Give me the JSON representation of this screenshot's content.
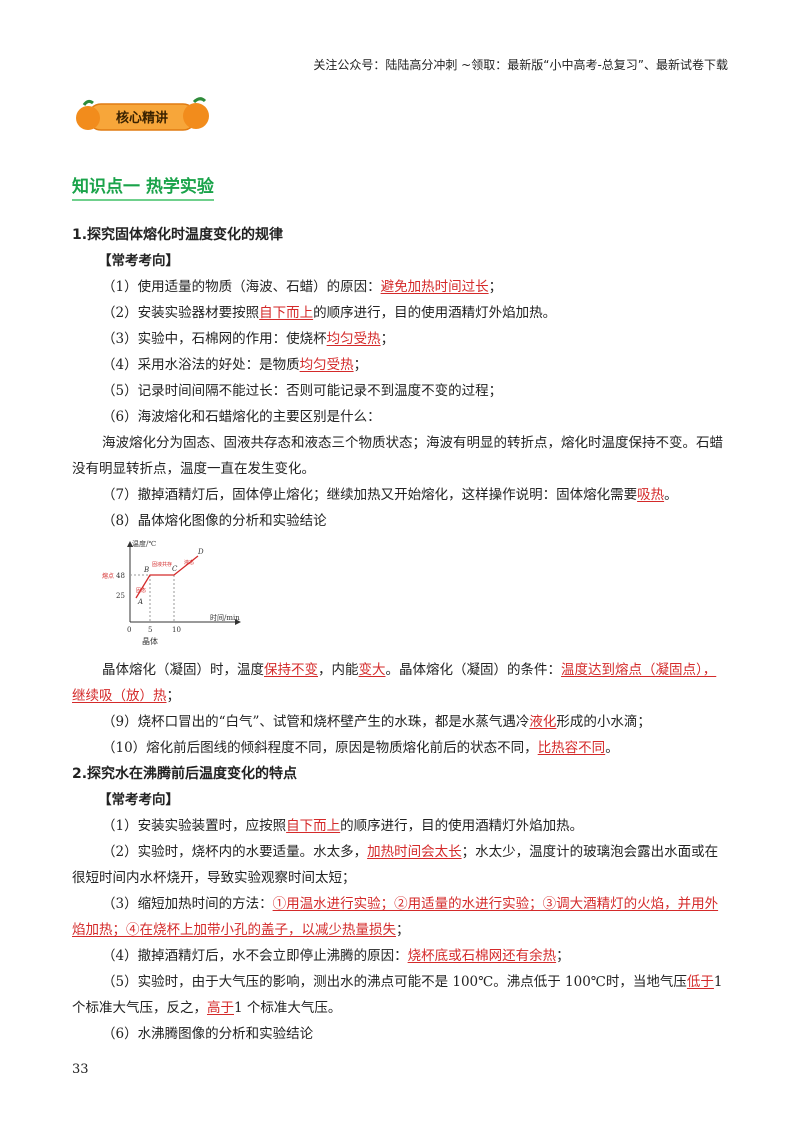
{
  "header": {
    "text": "关注公众号：陆陆高分冲刺  ~领取：最新版“小中高考-总复习”、最新试卷下载"
  },
  "badge": {
    "label": "核心精讲"
  },
  "section": {
    "title": "知识点一   热学实验"
  },
  "part1": {
    "title": "1.探究固体熔化时温度变化的规律",
    "tag": "【常考考向】",
    "l1a": "（1）使用适量的物质（海波、石蜡）的原因：",
    "l1ans": "避免加热时间过长",
    "l1b": "；",
    "l2a": "（2）安装实验器材要按照",
    "l2ans": "自下而上",
    "l2b": "的顺序进行，目的使用酒精灯外焰加热。",
    "l3a": "（3）实验中，石棉网的作用：使烧杯",
    "l3ans": "均匀受热",
    "l3b": "；",
    "l4a": "（4）采用水浴法的好处：是物质",
    "l4ans": "均匀受热",
    "l4b": "；",
    "l5": "（5）记录时间间隔不能过长：否则可能记录不到温度不变的过程；",
    "l6": "（6）海波熔化和石蜡熔化的主要区别是什么：",
    "l6p": "海波熔化分为固态、固液共存态和液态三个物质状态；海波有明显的转折点，熔化时温度保持不变。石蜡没有明显转折点，温度一直在发生变化。",
    "l7a": "（7）撤掉酒精灯后，固体停止熔化；继续加热又开始熔化，这样操作说明：固体熔化需要",
    "l7ans": "吸热",
    "l7b": "。",
    "l8": "（8）晶体熔化图像的分析和实验结论",
    "graph": {
      "ylabel": "温度/℃",
      "xlabel": "时间/min",
      "y48": "48",
      "y25": "25",
      "x0": "0",
      "x5": "5",
      "x10": "10",
      "ptA": "A",
      "ptB": "B",
      "ptC": "C",
      "ptD": "D",
      "ymark": "熔点",
      "label_state1": "固态",
      "label_state2": "固液共存",
      "label_state3": "液态",
      "caption": "晶体"
    },
    "l9a": "晶体熔化（凝固）时，温度",
    "l9ans1": "保持不变",
    "l9b": "，内能",
    "l9ans2": "变大",
    "l9c": "。晶体熔化（凝固）的条件：",
    "l9ans3": "温度达到熔点（凝固点），继续吸（放）热",
    "l9d": "；",
    "l10a": "（9）烧杯口冒出的“白气”、试管和烧杯壁产生的水珠，都是水蒸气遇冷",
    "l10ans": "液化",
    "l10b": "形成的小水滴；",
    "l11a": "（10）熔化前后图线的倾斜程度不同，原因是物质熔化前后的状态不同，",
    "l11ans": "比热容不同",
    "l11b": "。"
  },
  "part2": {
    "title": "2.探究水在沸腾前后温度变化的特点",
    "tag": "【常考考向】",
    "l1a": "（1）安装实验装置时，应按照",
    "l1ans": "自下而上",
    "l1b": "的顺序进行，目的使用酒精灯外焰加热。",
    "l2a": "（2）实验时，烧杯内的水要适量。水太多，",
    "l2ans": "加热时间会太长",
    "l2b": "；水太少，温度计的玻璃泡会露出水面或在很短时间内水杯烧开，导致实验观察时间太短；",
    "l3a": "（3）缩短加热时间的方法：",
    "l3ans": "①用温水进行实验；②用适量的水进行实验；③调大酒精灯的火焰，并用外焰加热；④在烧杯上加带小孔的盖子，以减少热量损失",
    "l3b": "；",
    "l4a": "（4）撤掉酒精灯后，水不会立即停止沸腾的原因：",
    "l4ans": "烧杯底或石棉网还有余热",
    "l4b": "；",
    "l5a": "（5）实验时，由于大气压的影响，测出水的沸点可能不是 100℃。沸点低于 100℃时，当地气压",
    "l5ans1": "低于",
    "l5b": "1 个标准大气压，反之，",
    "l5ans2": "高于",
    "l5c": "1 个标准大气压。",
    "l6": "（6）水沸腾图像的分析和实验结论"
  },
  "page": {
    "number": "33"
  },
  "colors": {
    "answer": "#d42a2a",
    "section": "#1aa34a",
    "badge_bg": "#f28c1c"
  }
}
